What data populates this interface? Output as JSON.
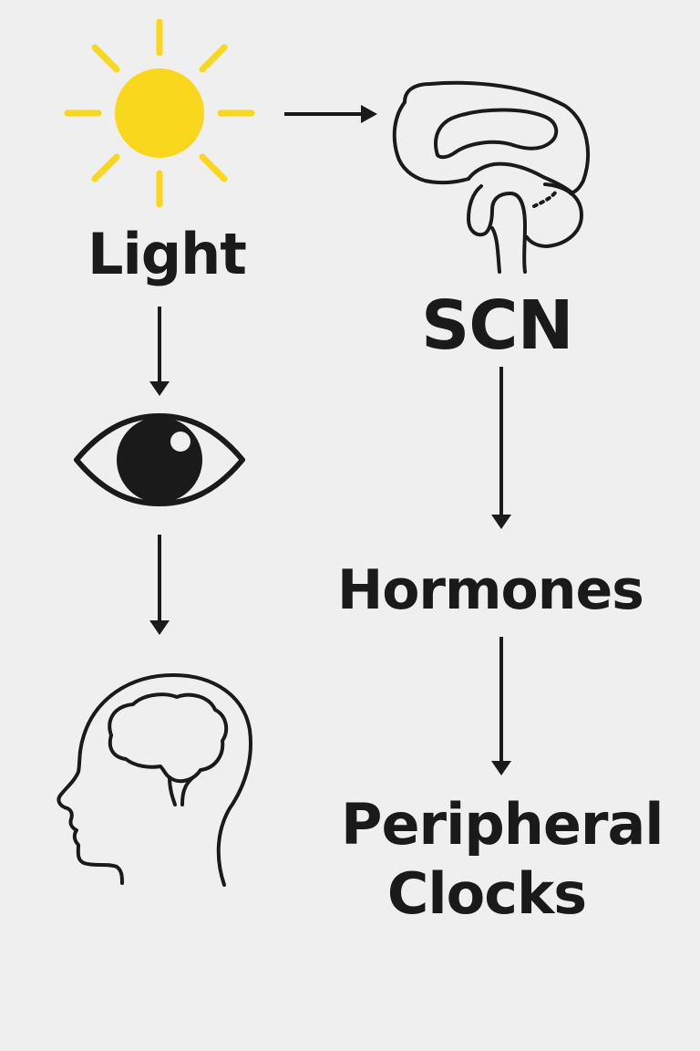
{
  "nodes": {
    "light": "Light",
    "scn": "SCN",
    "hormones": "Hormones",
    "peripheral_line1": "Peripheral",
    "peripheral_line2": "Clocks"
  },
  "icons": {
    "sun": "sun-icon",
    "eye": "eye-icon",
    "head": "head-brain-icon",
    "brain": "brain-sagittal-icon"
  },
  "colors": {
    "sun": "#f9d71c",
    "ink": "#1a1a1a",
    "background": "#efefef"
  }
}
